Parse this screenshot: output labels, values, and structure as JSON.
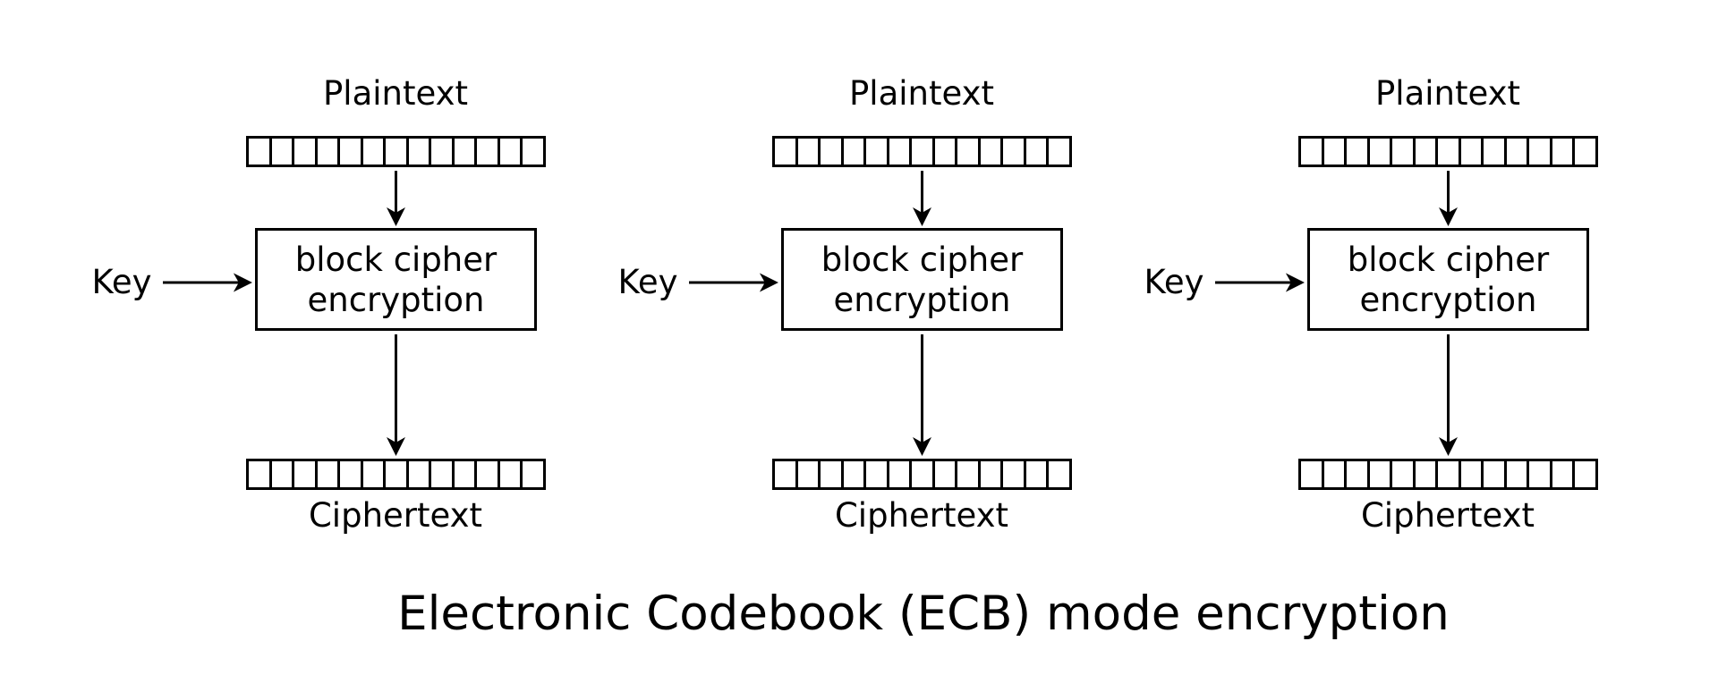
{
  "title": "Electronic Codebook (ECB) mode encryption",
  "colors": {
    "ink": "#000000",
    "background": "#ffffff"
  },
  "columns": [
    {
      "plaintext_label": "Plaintext",
      "key_label": "Key",
      "box_label_line1": "block cipher",
      "box_label_line2": "encryption",
      "ciphertext_label": "Ciphertext",
      "plaintext_cells": 13,
      "ciphertext_cells": 13
    },
    {
      "plaintext_label": "Plaintext",
      "key_label": "Key",
      "box_label_line1": "block cipher",
      "box_label_line2": "encryption",
      "ciphertext_label": "Ciphertext",
      "plaintext_cells": 13,
      "ciphertext_cells": 13
    },
    {
      "plaintext_label": "Plaintext",
      "key_label": "Key",
      "box_label_line1": "block cipher",
      "box_label_line2": "encryption",
      "ciphertext_label": "Ciphertext",
      "plaintext_cells": 13,
      "ciphertext_cells": 13
    }
  ]
}
